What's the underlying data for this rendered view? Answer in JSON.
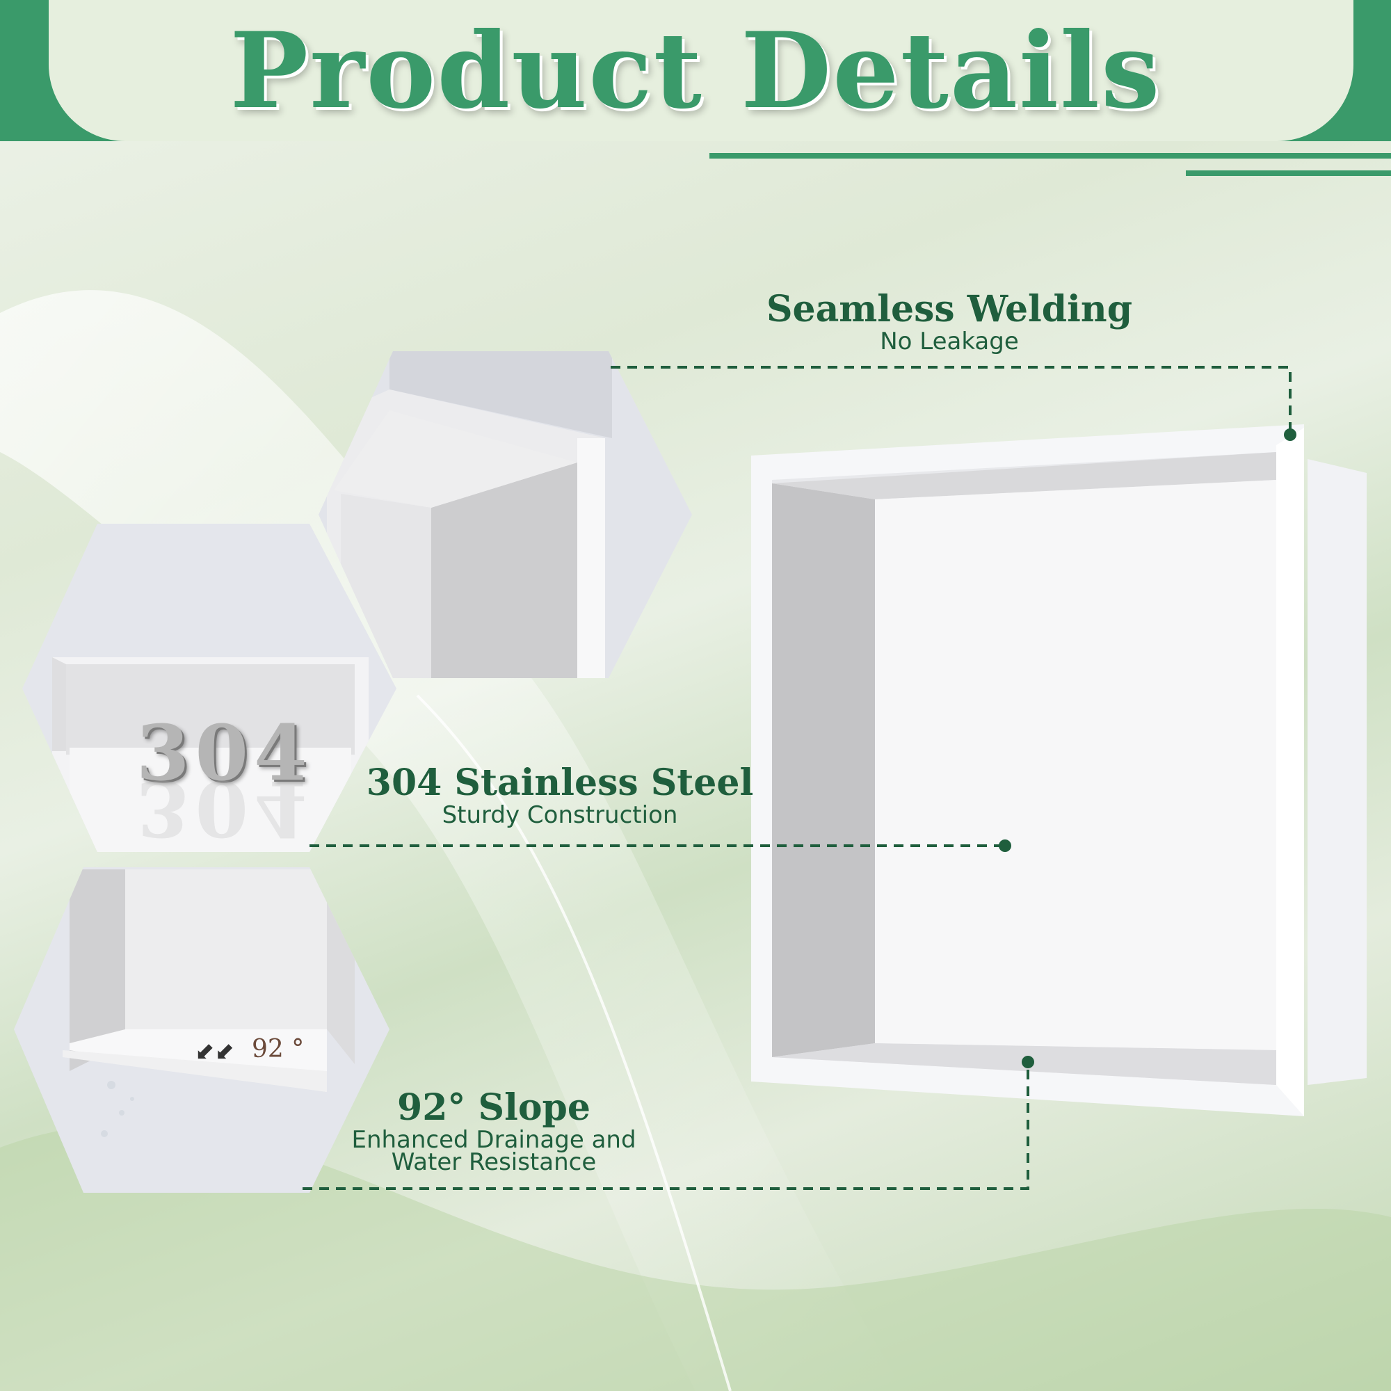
{
  "page": {
    "title": "Product Details"
  },
  "colors": {
    "brand_green": "#3a9a6a",
    "text_dark_green": "#1f5e3d"
  },
  "callouts": [
    {
      "heading": "Seamless Welding",
      "subtext": "No Leakage"
    },
    {
      "heading": "304 Stainless Steel",
      "subtext": "Sturdy Construction"
    },
    {
      "heading": "92° Slope",
      "subtext_line1": "Enhanced Drainage and",
      "subtext_line2": "Water Resistance"
    }
  ],
  "detail_images": {
    "material_mark": "304",
    "slope_mark": "92 °",
    "slope_icon": "double-arrow-icon"
  }
}
